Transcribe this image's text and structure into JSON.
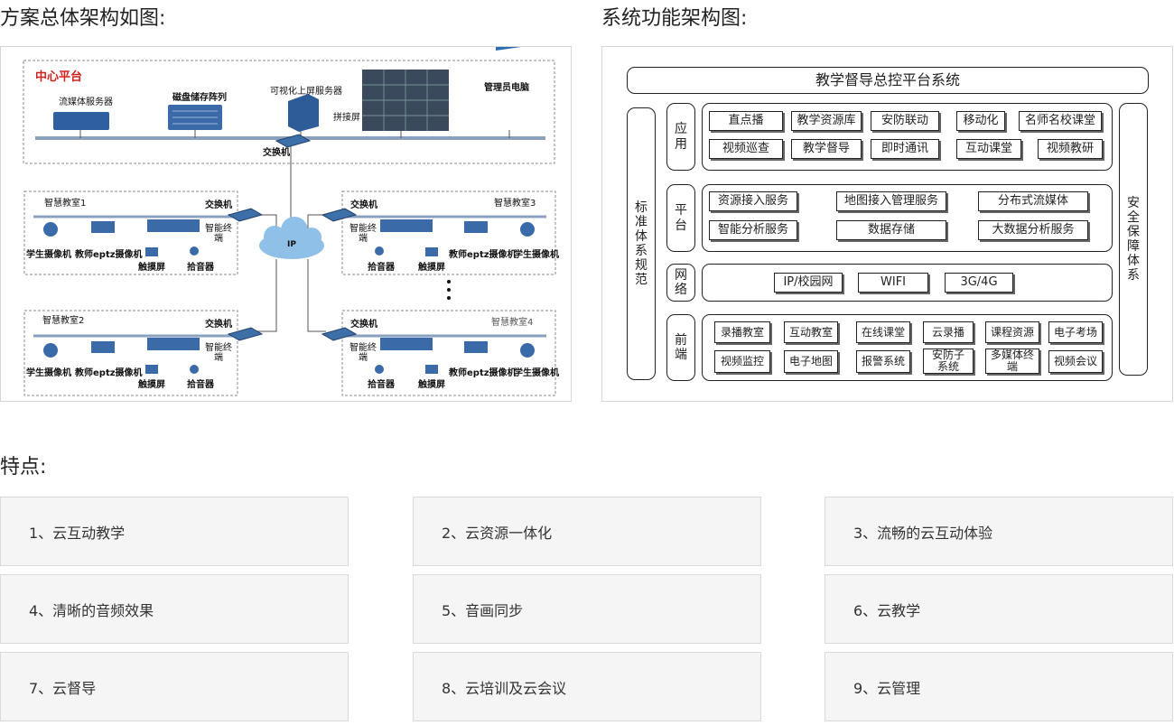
{
  "headings": {
    "solution": "方案总体架构如图:",
    "function": "系统功能架构图:",
    "features": "特点:"
  },
  "architecture": {
    "center_title": "中心平台",
    "servers": [
      "流媒体服务器",
      "磁盘储存阵列",
      "可视化上屏服务器",
      "管理员电脑"
    ],
    "splice_screen": "拼接屏",
    "switch": "交换机",
    "ip": "IP",
    "terminal": "智能终端",
    "terminal_line1": "智能终",
    "terminal_line2": "端",
    "classrooms": [
      "智慧教室1",
      "智慧教室2",
      "智慧教室3",
      "智慧教室4"
    ],
    "student_camera": "学生摄像机",
    "teacher_camera": "教师eptz摄像机",
    "touch_screen": "触摸屏",
    "pickup": "拾音器"
  },
  "function_diagram": {
    "title": "教学督导总控平台系统",
    "left_side": "标准体系规范",
    "right_side": "安全保障体系",
    "rows": [
      {
        "label": "应用",
        "items": [
          "直点播",
          "教学资源库",
          "安防联动",
          "移动化",
          "名师名校课堂",
          "视频巡查",
          "教学督导",
          "即时通讯",
          "互动课堂",
          "视频教研"
        ]
      },
      {
        "label": "平台",
        "items": [
          "资源接入服务",
          "地图接入管理服务",
          "分布式流媒体",
          "智能分析服务",
          "数据存储",
          "大数据分析服务"
        ]
      },
      {
        "label": "网络",
        "items": [
          "IP/校园网",
          "WIFI",
          "3G/4G"
        ]
      },
      {
        "label": "前端",
        "items": [
          "录播教室",
          "互动教室",
          "在线课堂",
          "云录播",
          "课程资源",
          "电子考场",
          "视频监控",
          "电子地图",
          "报警系统",
          "安防子系统",
          "多媒体终端",
          "视频会议"
        ]
      }
    ]
  },
  "features": [
    "1、云互动教学",
    "2、云资源一体化",
    "3、流畅的云互动体验",
    "4、清晰的音频效果",
    "5、音画同步",
    "6、云教学",
    "7、云督导",
    "8、云培训及云会议",
    "9、云管理"
  ]
}
